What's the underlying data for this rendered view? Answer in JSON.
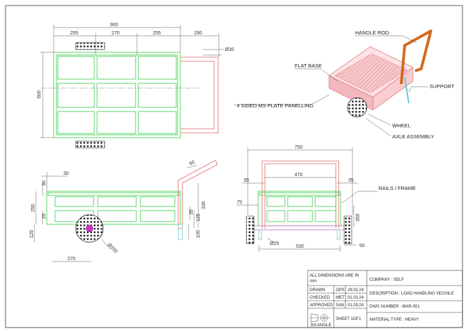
{
  "colors": {
    "frame_green": "#33cc44",
    "frame_red": "#e06060",
    "handle_orange": "#d2691e",
    "panel_pink": "#f2b8bc",
    "axle_pink": "#cc66cc",
    "support_cyan": "#66cccc",
    "dimension_gray": "#555555"
  },
  "top_view": {
    "overall": "900",
    "bay1": "255",
    "bay2": "270",
    "bay3": "255",
    "handle_len": "290",
    "depth": "600",
    "tube_dia": "Ø30"
  },
  "iso_view": {
    "handle_rod": "HANDLE ROD",
    "flat_base": "FLAT BASE",
    "support": "SUPPORT",
    "panelling": "4 SIDED MS PLATE PANELLING",
    "wheel": "WHEEL",
    "axle_assembly": "AXLE ASSEMBLY"
  },
  "side_view": {
    "d30_top": "30",
    "d30_left": "30",
    "d60": "60",
    "d250": "250",
    "d25": "25",
    "d125": "125",
    "d330": "330",
    "d35": "35",
    "d125b": "125",
    "d100": "100",
    "wheel_dia": "Ø200",
    "d270": "270"
  },
  "front_view": {
    "d750": "750",
    "d470": "470",
    "d35_left": "35",
    "d35_right": "35",
    "d75": "75",
    "d25_dia": "Ø25",
    "d530": "530",
    "d50": "50",
    "d350": "350",
    "rails": "RAILS / FRAME"
  },
  "title_block": {
    "note": "ALL DIMENSIONS ARE IN mm",
    "company": "COMPANY : SELF",
    "drawn": "DRAWN",
    "drawn_by": "GPS",
    "drawn_date": "29.02.24",
    "checked": "CHECKED",
    "checked_by": "MET",
    "checked_date": "01.03.24",
    "approved": "APPROVED",
    "approved_by": "SAN",
    "approved_date": "01.03.24",
    "description": "DESCRIPTION : LOAD HANDLING VECHILE",
    "dwg_number": "DWG NUMBER : MAR-001",
    "projection": "3rd ANGLE",
    "sheet": "SHEET 1OF1",
    "material": "MATERIAL TYPE : HEAVY"
  }
}
